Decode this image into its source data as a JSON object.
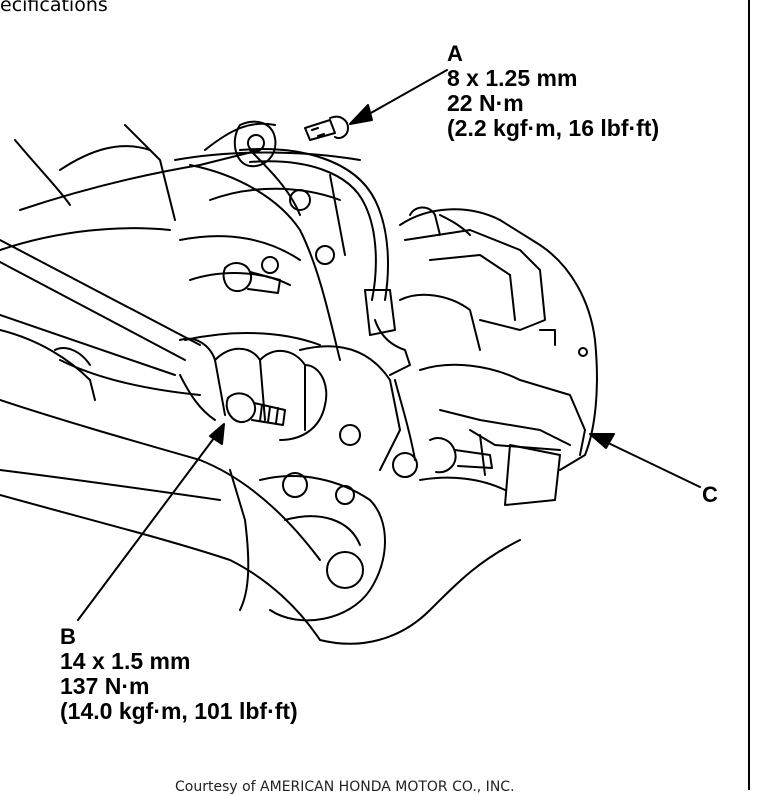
{
  "header": {
    "text": "ecifications"
  },
  "callouts": {
    "a": {
      "letter": "A",
      "size": "8 x 1.25 mm",
      "torque": "22 N·m",
      "alt": "(2.2 kgf·m, 16 lbf·ft)"
    },
    "b": {
      "letter": "B",
      "size": "14 x 1.5 mm",
      "torque": "137 N·m",
      "alt": "(14.0 kgf·m, 101 lbf·ft)"
    },
    "c": {
      "letter": "C"
    }
  },
  "credit": "Courtesy of AMERICAN HONDA MOTOR CO., INC."
}
